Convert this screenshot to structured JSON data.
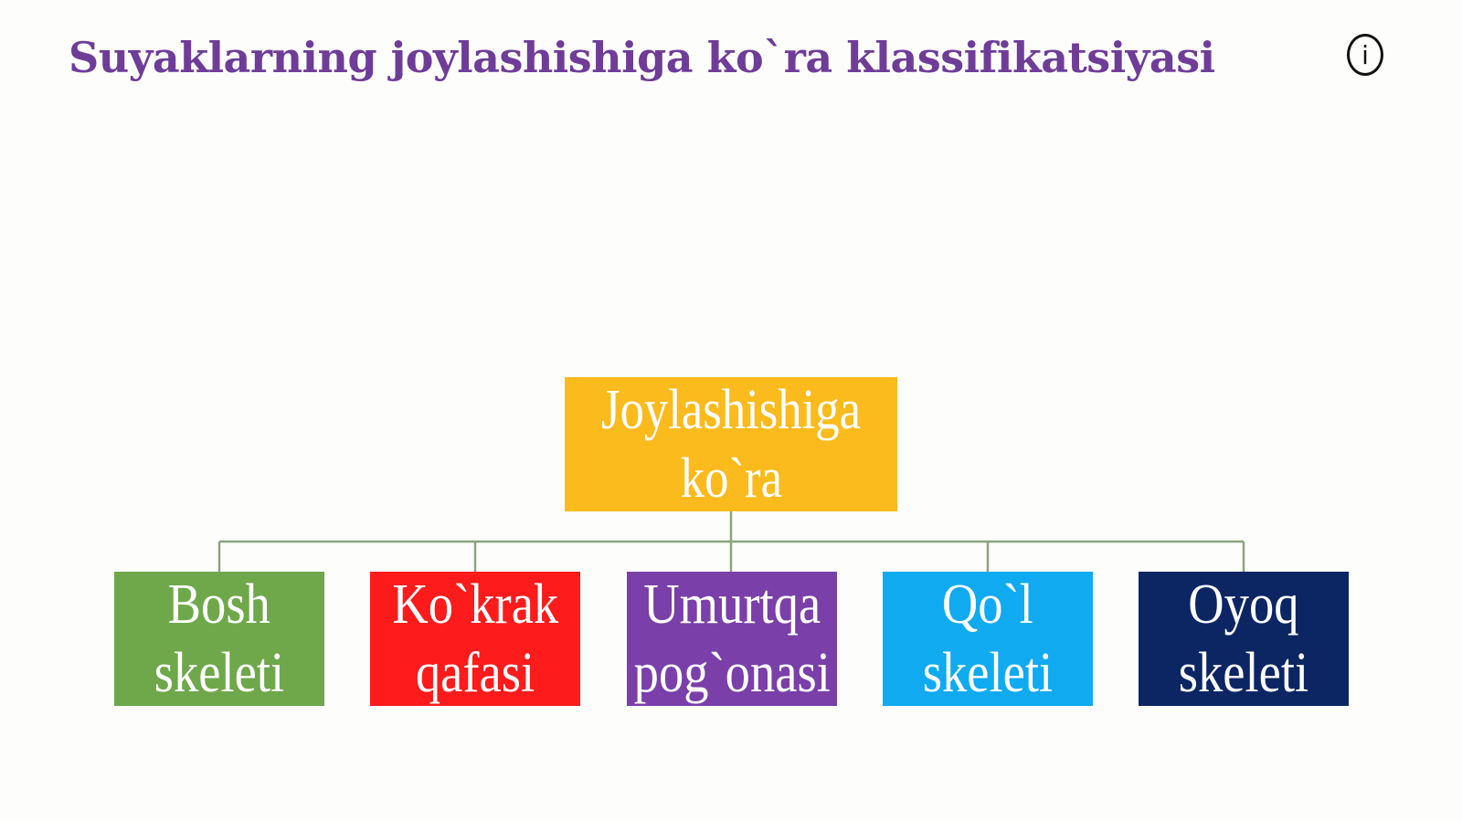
{
  "title": {
    "text": "Suyaklarning joylashishiga ko`ra klassifikatsiyasi",
    "color": "#6f3c98"
  },
  "info_button": {
    "label": "i",
    "icon": "info-icon"
  },
  "diagram": {
    "connector_color": "#8da47e",
    "root": {
      "line1": "Joylashishiga",
      "line2": "ko`ra",
      "color": "#fbbb1c"
    },
    "children": [
      {
        "line1": "Bosh",
        "line2": "skeleti",
        "color": "#6ea84a"
      },
      {
        "line1": "Ko`krak",
        "line2": "qafasi",
        "color": "#fe1b1b"
      },
      {
        "line1": "Umurtqa",
        "line2": "pog`onasi",
        "color": "#7a3fa8"
      },
      {
        "line1": "Qo`l",
        "line2": "skeleti",
        "color": "#10aaf0"
      },
      {
        "line1": "Oyoq",
        "line2": "skeleti",
        "color": "#0b2663"
      }
    ]
  }
}
